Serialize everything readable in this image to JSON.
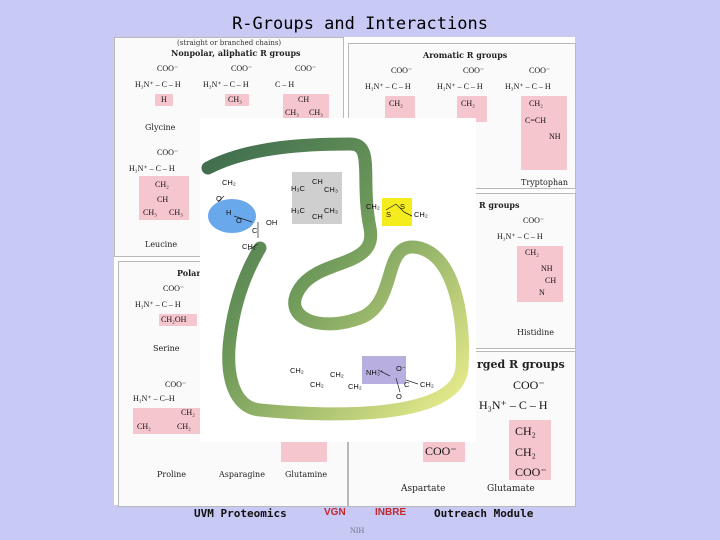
{
  "title": "R-Groups and Interactions",
  "panels": {
    "nonpolar_note": "(straight or branched chains)",
    "nonpolar": "Nonpolar, aliphatic R groups",
    "aromatic": "Aromatic R groups",
    "polar": "Polar",
    "positive": "R groups",
    "charged": "rged R groups"
  },
  "amino_acids": {
    "glycine": "Glycine",
    "leucine": "Leucine",
    "serine": "Serine",
    "proline": "Proline",
    "asparagine": "Asparagine",
    "glutamine": "Glutamine",
    "tryptophan": "Tryptophan",
    "histidine": "Histidine",
    "aspartate": "Aspartate",
    "glutamate": "Glutamate"
  },
  "chem": {
    "coo": "COO⁻",
    "h3n": "H₃N⁺",
    "c": "C",
    "h": "H",
    "ch3": "CH₃",
    "ch2": "CH₂",
    "ch": "CH",
    "ch2oh": "CH₂OH",
    "nh": "NH",
    "n": "N",
    "c_h": "C–H"
  },
  "overlay": {
    "ch2_a": "CH₂",
    "o_a": "O",
    "h_a": "H",
    "o_b": "O",
    "c_a": "C",
    "oh": "OH",
    "ch2_b": "CH₂",
    "h3c_a": "H₃C",
    "ch_a": "CH",
    "ch3_a": "CH₃",
    "h3c_b": "H₃C",
    "ch3_b": "CH₃",
    "ch_b": "CH",
    "ch2_c": "CH₂",
    "s_a": "S",
    "s_b": "S",
    "ch2_d": "CH₂",
    "ch2_e": "CH₂",
    "ch2_f": "CH₂",
    "ch2_g": "CH₂",
    "ch2_h": "CH₂",
    "nh3": "NH₃⁺",
    "o_c": "O⁻",
    "o_d": "O",
    "c_b": "C",
    "ch2_i": "CH₂"
  },
  "footer": {
    "left": "UVM Proteomics",
    "right": "Outreach Module",
    "vgn": "VGN",
    "inbre": "INBRE",
    "nih": "NIH"
  },
  "colors": {
    "background": "#c9c9f5",
    "highlight_pink": "#f6c6ce",
    "hydrogen_bond": "#6aa8ec",
    "hydrophobic": "#cfcfcf",
    "disulfide": "#f5ec1e",
    "ionic": "#b8afe0",
    "chain_start": "#3d6b4e",
    "chain_end": "#eef08e"
  }
}
